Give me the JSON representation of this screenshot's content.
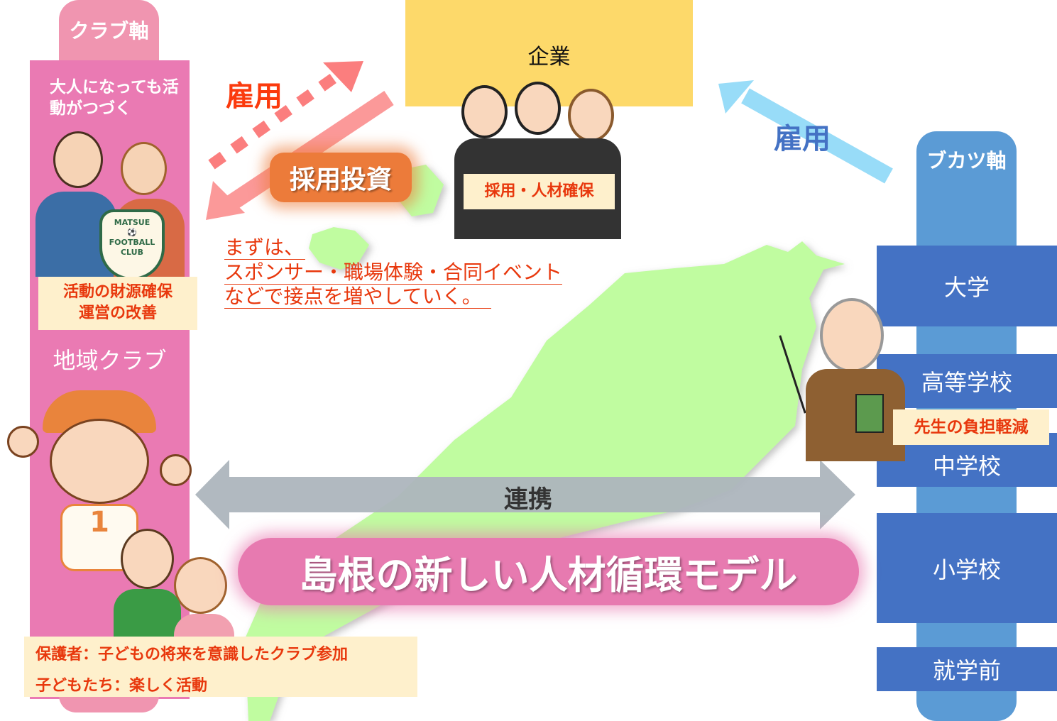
{
  "club_axis": {
    "tab_label": "クラブ軸",
    "message": "大人になっても活動がつづく",
    "badge_text": "MATSUE FOOTBALL CLUB",
    "benefit_lines": [
      "活動の財源確保",
      "運営の改善"
    ],
    "region_label": "地域クラブ",
    "family_lines": [
      "保護者：子どもの将来を意識したクラブ参加",
      "子どもたち：楽しく活動"
    ]
  },
  "company": {
    "label": "企業",
    "benefit": "採用・人材確保"
  },
  "arrows": {
    "left_hire": "雇用",
    "investment": "採用投資",
    "right_hire": "雇用",
    "cooperation": "連携"
  },
  "note_lines": [
    "まずは、",
    "スポンサー・職場体験・合同イベント",
    "などで接点を増やしていく。"
  ],
  "bukatsu_axis": {
    "tab_label": "ブカツ軸",
    "stages": [
      "大学",
      "高等学校",
      "中学校",
      "小学校",
      "就学前"
    ],
    "teacher_benefit": "先生の負担軽減"
  },
  "title": "島根の新しい人材循環モデル",
  "colors": {
    "club_pink": "#ea7ab3",
    "company_yellow": "#fdd96a",
    "bukatsu_blue": "#5b9bd5",
    "stage_blue": "#4472c4",
    "map_green": "#c0fca0",
    "accent_red": "#e8380d"
  }
}
